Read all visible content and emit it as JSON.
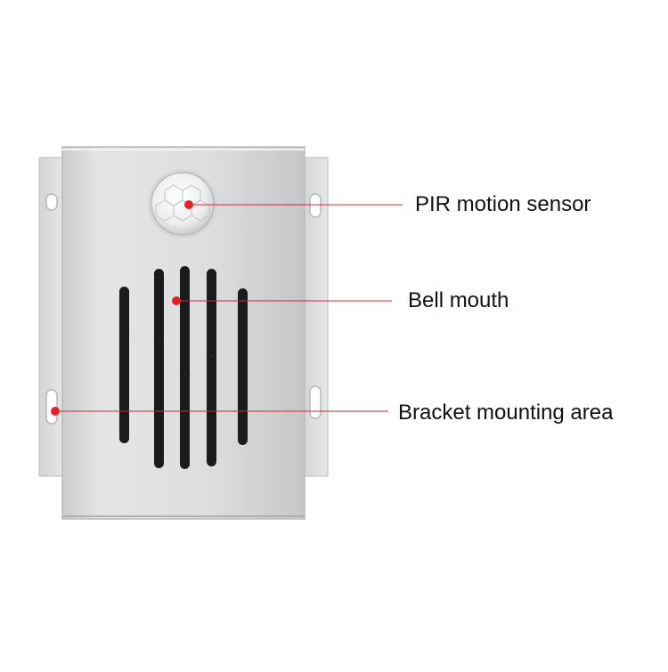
{
  "callouts": {
    "pir": "PIR motion sensor",
    "bell": "Bell mouth",
    "bracket": "Bracket mounting area"
  },
  "colors": {
    "callout_line": "#e0232b",
    "callout_dot": "#e0232b",
    "housing": "#d6d8da",
    "slot": "#1a1a1a"
  }
}
